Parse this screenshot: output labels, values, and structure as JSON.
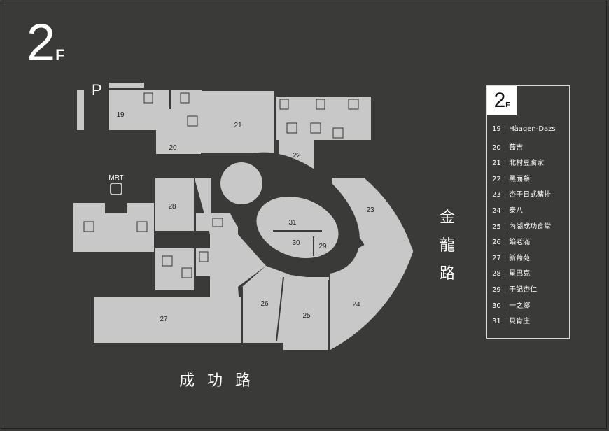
{
  "floor": {
    "number": "2",
    "suffix": "F"
  },
  "parking_label": "P",
  "mrt_label": "MRT",
  "streets": {
    "right": [
      "金",
      "龍",
      "路"
    ],
    "bottom": "成功路"
  },
  "units": [
    "19",
    "20",
    "21",
    "22",
    "23",
    "24",
    "25",
    "26",
    "27",
    "28",
    "29",
    "30",
    "31"
  ],
  "legend": {
    "badge_number": "2",
    "badge_suffix": "F",
    "items": [
      {
        "num": "19",
        "name": "Häagen-Dazs"
      },
      {
        "num": "20",
        "name": "葡吉"
      },
      {
        "num": "21",
        "name": "北村豆腐家"
      },
      {
        "num": "22",
        "name": "黑面蔡"
      },
      {
        "num": "23",
        "name": "杏子日式豬排"
      },
      {
        "num": "24",
        "name": "泰八"
      },
      {
        "num": "25",
        "name": "內湖成功食堂"
      },
      {
        "num": "26",
        "name": "餡老滿"
      },
      {
        "num": "27",
        "name": "新葡苑"
      },
      {
        "num": "28",
        "name": "星巴克"
      },
      {
        "num": "29",
        "name": "于記杏仁"
      },
      {
        "num": "30",
        "name": "一之鄉"
      },
      {
        "num": "31",
        "name": "貝肯庄"
      }
    ]
  },
  "colors": {
    "background": "#3a3a38",
    "unit_fill": "#c8c8c8",
    "text": "#ffffff",
    "void": "#3a3a38"
  },
  "icons": [
    "restroom-icon",
    "accessible-icon",
    "escalator-icon",
    "elevator-icon",
    "train-icon"
  ]
}
